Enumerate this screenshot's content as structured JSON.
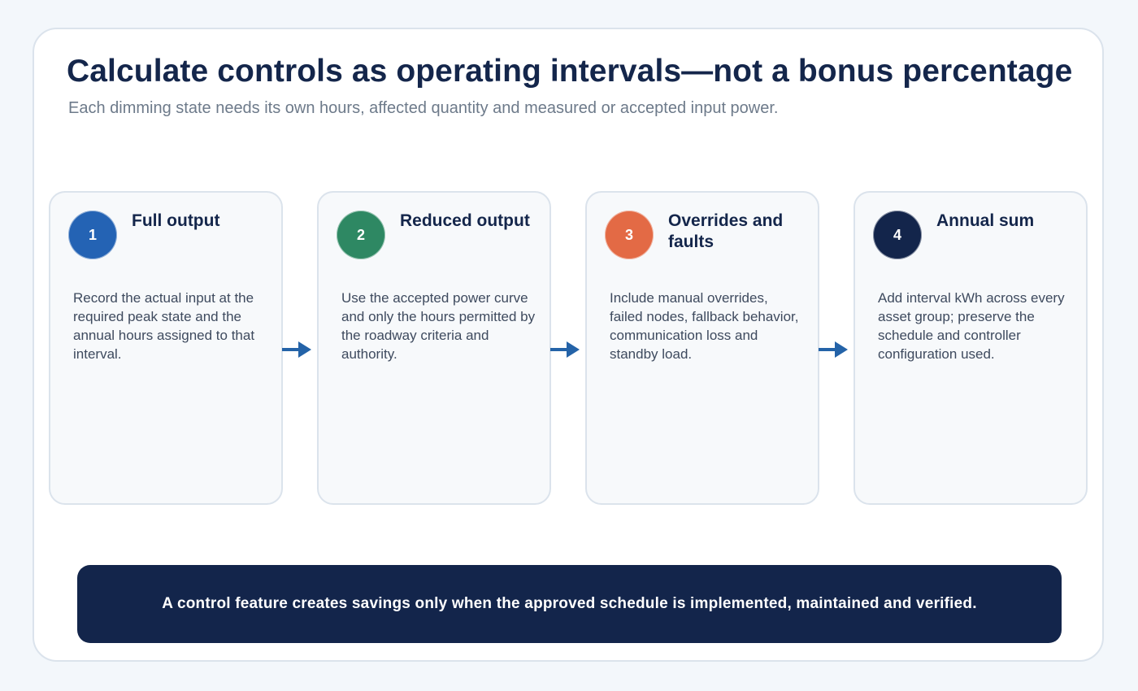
{
  "header": {
    "title": "Calculate controls as operating intervals—not a bonus percentage",
    "subtitle": "Each dimming state needs its own hours, affected quantity and measured or accepted input power."
  },
  "steps": [
    {
      "number": "1",
      "title": "Full output",
      "description": "Record the actual input at the required peak state and the annual hours assigned to that interval.",
      "color": "#2463b4"
    },
    {
      "number": "2",
      "title": "Reduced output",
      "description": "Use the accepted power curve and only the hours permitted by the roadway criteria and authority.",
      "color": "#2e8863"
    },
    {
      "number": "3",
      "title": "Overrides and faults",
      "description": "Include manual overrides, failed nodes, fallback behavior, communication loss and standby load.",
      "color": "#e36a45"
    },
    {
      "number": "4",
      "title": "Annual sum",
      "description": "Add interval kWh across every asset group; preserve the schedule and controller configuration used.",
      "color": "#13254b"
    }
  ],
  "arrow_color": "#2463a8",
  "footer": {
    "text": "A control feature creates savings only when the approved schedule is implemented, maintained and verified."
  }
}
